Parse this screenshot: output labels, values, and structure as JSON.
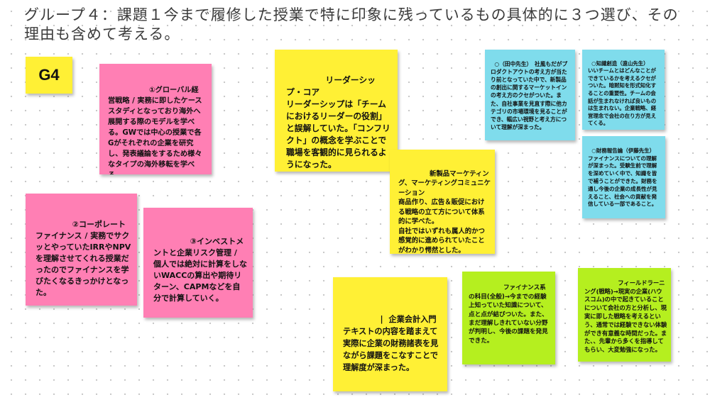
{
  "board": {
    "title": "グループ４：課題１今まで履修した授業で特に印象に残っているもの具体的に３つ選び、その理由も含めて考える。",
    "group_label": "G4"
  },
  "notes": [
    {
      "id": "global-strategy",
      "color": "#ff7fb4",
      "text": "　　　　　①グローバル経営戦略 / 実務に即したケーススタディとなっており海外へ展開する際のモデルを学べる。GWでは中心の授業で各Gがそれぞれの企業を研究し、発表議論をするため様々なタイプの海外移転を学べる。"
    },
    {
      "id": "corporate-finance",
      "color": "#ff7fb4",
      "text": "　　　　②コーポレートファイナンス / 実務でサクッとやっていたIRRやNPVを理解させてくれる授業だったのでファイナンスを学びたくなるきっかけとなった。"
    },
    {
      "id": "investment-risk",
      "color": "#ff7fb4",
      "text": "　　　　③インベストメントと企業リスク管理 / 個人では絶対に計算をしないWACCの算出や期待リターン、CAPMなどを自分で計算していく。"
    },
    {
      "id": "leadership-core",
      "color": "#fff035",
      "text": "　　　　リーダーシップ・コア\nリーダーシップは「チームにおけるリーダーの役割」と誤解していた。「コンフリクト」の概念を学ぶことで職場を客観的に見られるようになった。"
    },
    {
      "id": "new-product-marketing",
      "color": "#fff035",
      "text": "　　　　新製品マーケティング、マーケティングコミュニケーション\n商品作り、広告＆販促における戦略の立て方について体系的に学べた。\n自社ではいずれも属人的かつ感覚的に進められていたことがわかり愕然とした。"
    },
    {
      "id": "accounting-intro",
      "color": "#fff035",
      "text": "　　　　|  企業会計入門\nテキストの内容を踏まえて実際に企業の財務諸表を見ながら課題をこなすことで理解度が深まった。"
    },
    {
      "id": "tanaka",
      "color": "#7fdcec",
      "text": "○（田中先生）　社風もだがプロダクトアウトの考え方が当たり前となっていた中で、新製品の創出に関するマーケットインの考え方のクセがついた。また、自社事業を見直す際に他カテゴリの市場環境を見ることができ、幅広い視野と考え方について理解が深まった。"
    },
    {
      "id": "tohyama",
      "color": "#7fdcec",
      "text": "○知識創造（遠山先生）\nいいチームとはどんなことができているかを考えるクセがついた。暗黙知を形式知化することの重要性。チームの会話が生まれなければ良いものは生まれない。企業戦略、経営理念で会社の在り方が見えてくる。"
    },
    {
      "id": "ito",
      "color": "#7fdcec",
      "text": "○財務報告論（伊藤先生）　ファイナンスについての理解が深まった。受験生前で理解を深めていく中で、知識を皆で補うことができた。財務を通し今後の企業の成長性が見えること、社会への貢献を発信している一部であること。"
    },
    {
      "id": "finance",
      "color": "#b5ef1f",
      "text": "　　　　　ファイナンス系の科目(全般)→今までの経験上知っていた知識について、点と点が結びついた。また、まだ理解しきれていない分野が判明し、今後の課題を発見できた。"
    },
    {
      "id": "field-learning",
      "color": "#b5ef1f",
      "text": "　　　　　フィールドラーニング(戦略)→現実の企業(ハウスコム)の中で起きていることについて会社の方と分析し、現実に即した戦略を考えるという、通常では経験できない体験ができ有意義な時間だった。また、、先輩から多くを指導してもらい、大変勉強になった。"
    }
  ]
}
